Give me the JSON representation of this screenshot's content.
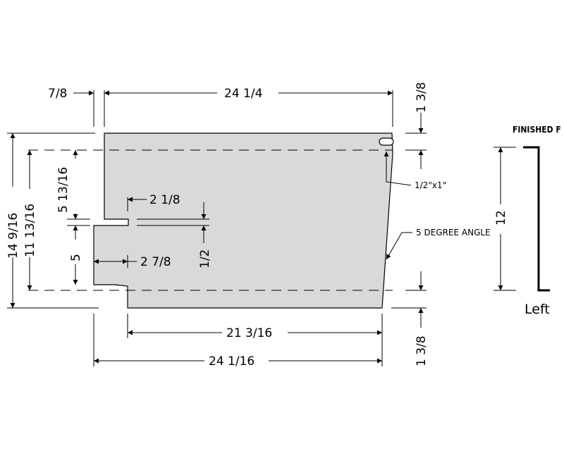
{
  "drawing": {
    "dimensions": {
      "top_left_width": "7/8",
      "top_width": "24 1/4",
      "top_right_offset": "1 3/8",
      "overall_height": "14 9/16",
      "inner_height": "11 13/16",
      "upper_height": "5 13/16",
      "lower_height": "5",
      "notch_depth_top": "2 1/8",
      "notch_depth_bottom": "2 7/8",
      "notch_gap": "1/2",
      "bottom_inner_width": "21 3/16",
      "bottom_width": "24 1/16",
      "bottom_right_offset": "1 3/8"
    },
    "callouts": {
      "slot": "1/2\"x1\"",
      "angle": "5 DEGREE ANGLE"
    },
    "side_view": {
      "title": "FINISHED F",
      "height": "12",
      "label": "Left"
    },
    "colors": {
      "panel_fill": "#d9d9d9",
      "line": "#000000",
      "background": "#ffffff"
    }
  }
}
